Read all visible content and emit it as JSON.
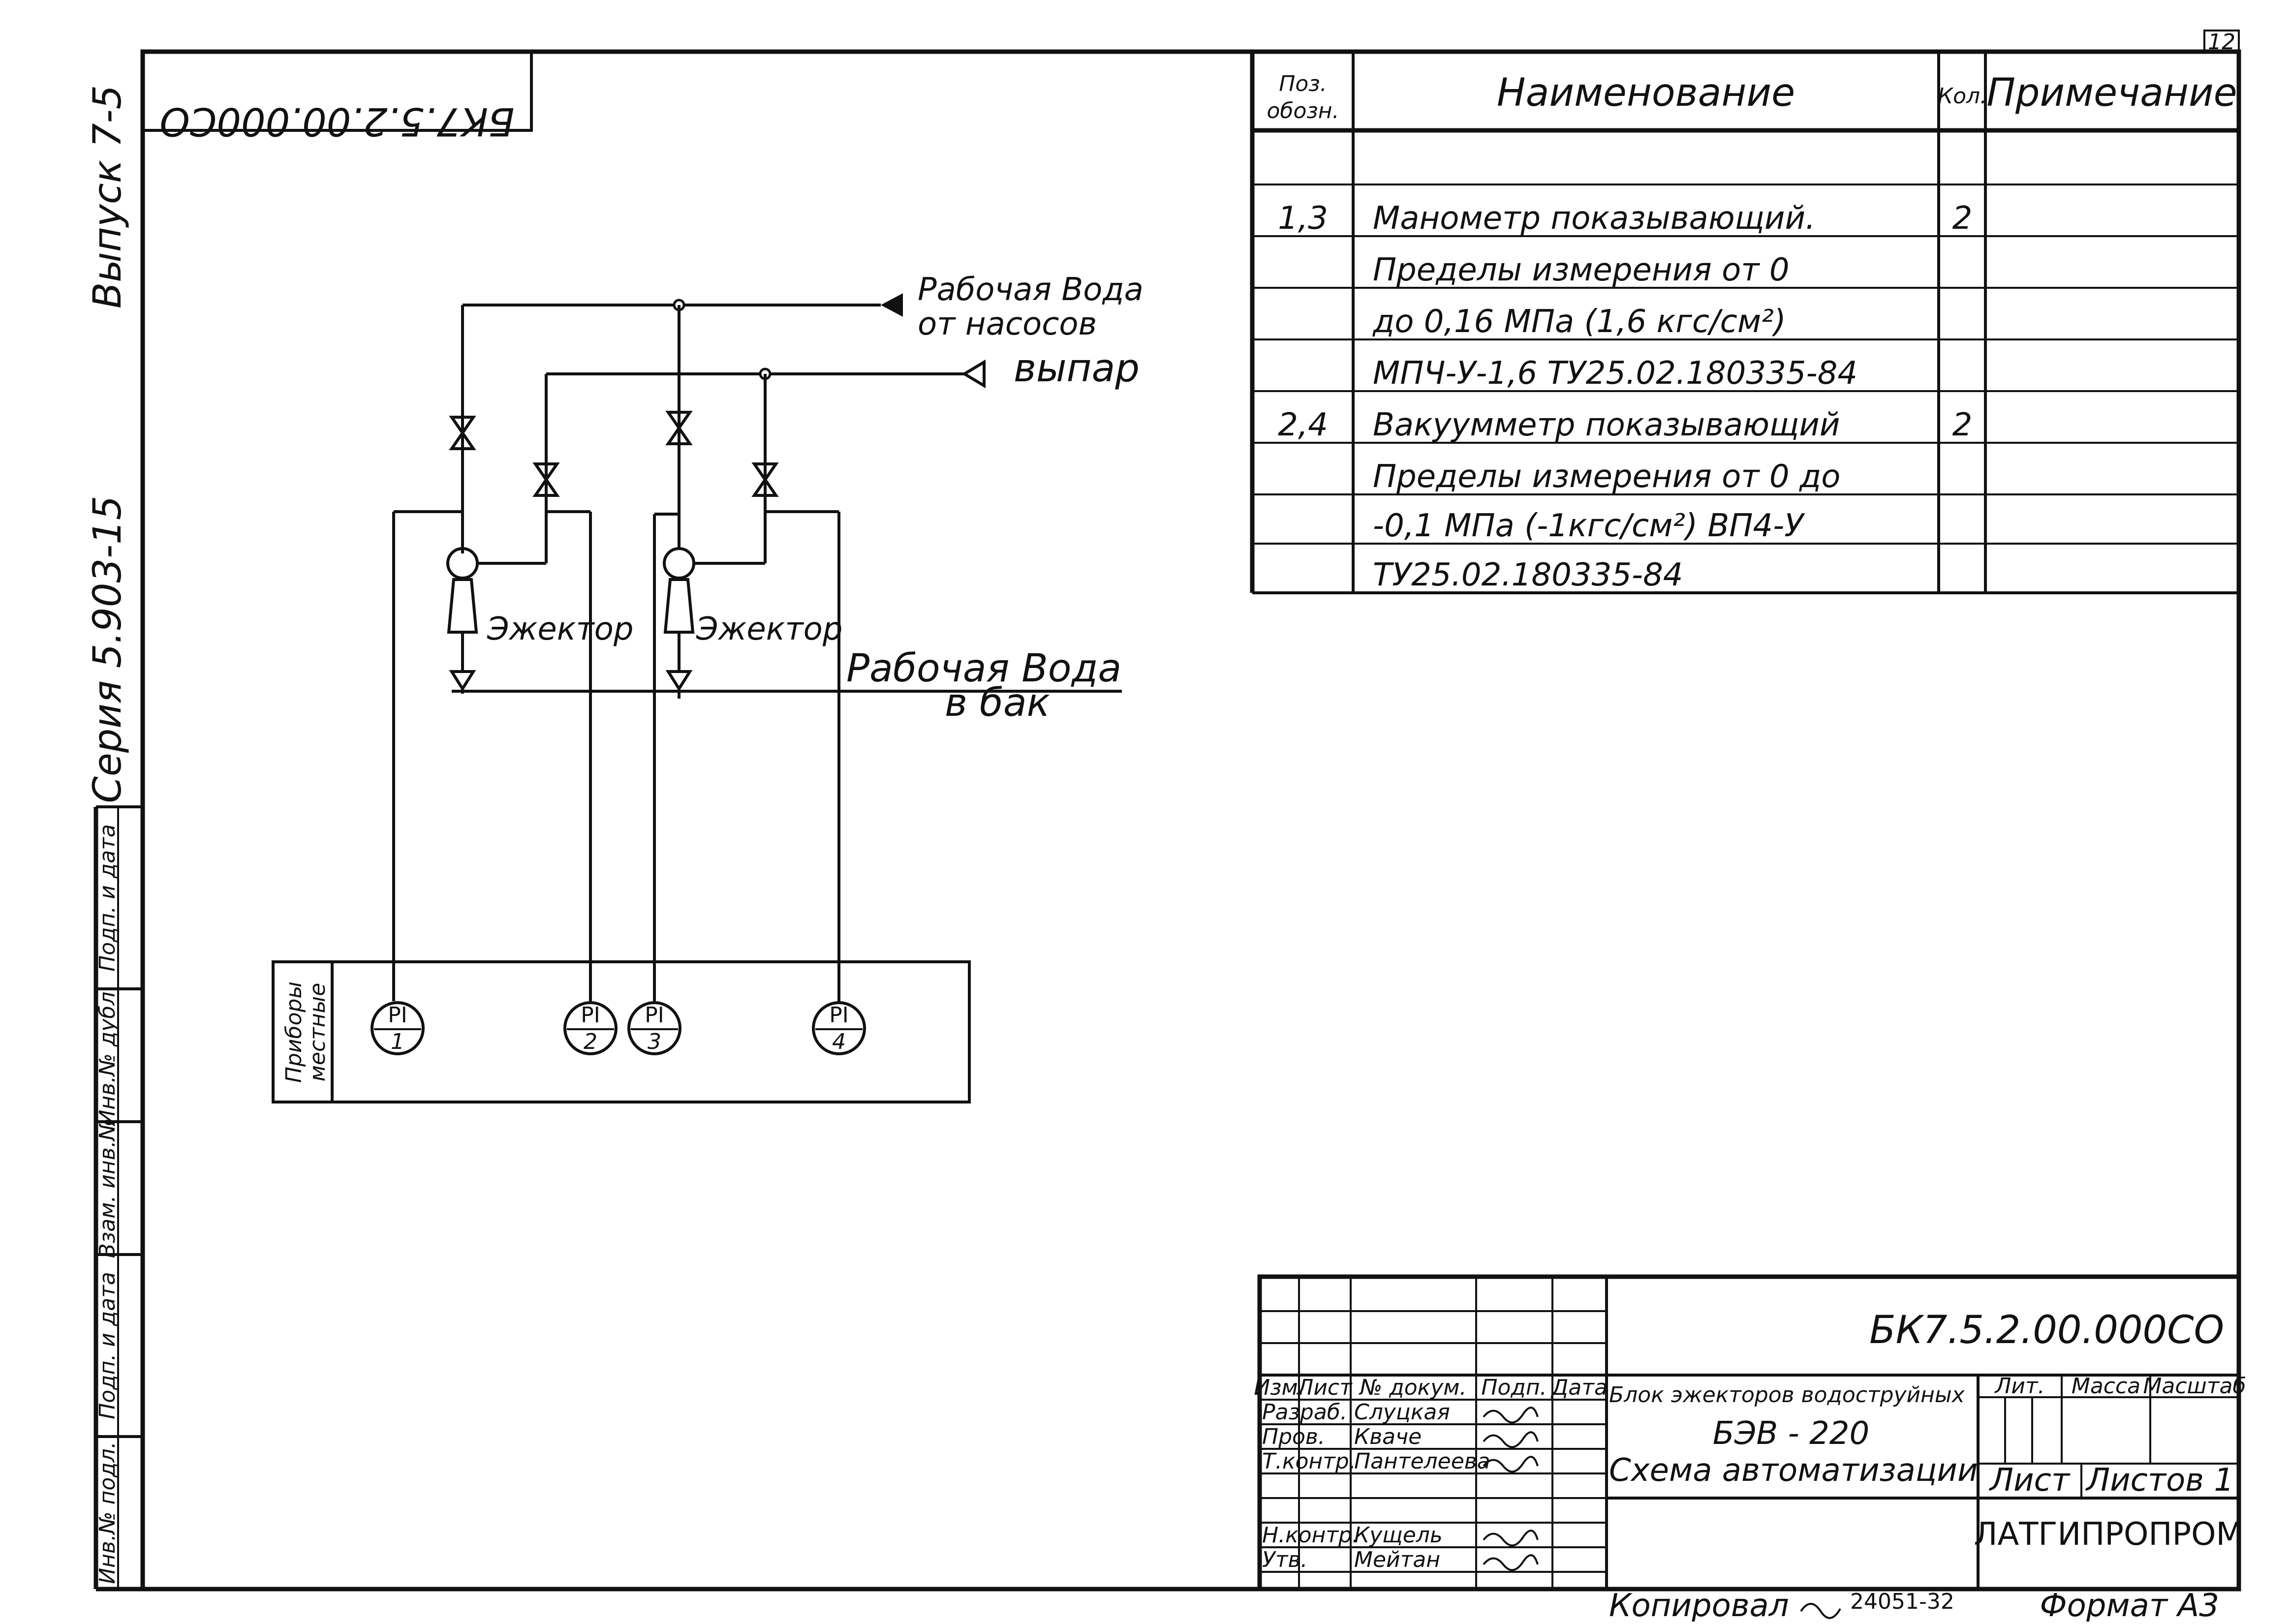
{
  "sheet": {
    "page_number": "12",
    "doc_code_mirrored": "БК7.5.2.00.000СО",
    "side_labels": {
      "release": "Выпуск 7-5",
      "series": "Серия 5.903-15"
    },
    "side_stamp": [
      "Подп. и дата",
      "Инв.№ дубл.",
      "Взам. инв.№",
      "Подп. и дата",
      "Инв.№ подл."
    ]
  },
  "diagram": {
    "labels": {
      "work_water_from_pumps_line1": "Рабочая Вода",
      "work_water_from_pumps_line2": "от насосов",
      "exhaust": "выпар",
      "ejector_left": "Эжектор",
      "ejector_right": "Эжектор",
      "work_water_to_tank_line1": "Рабочая Вода",
      "work_water_to_tank_line2": "в бак"
    },
    "panel": {
      "title_line1": "Приборы",
      "title_line2": "местные"
    },
    "instruments": [
      {
        "tag": "PI",
        "num": "1"
      },
      {
        "tag": "PI",
        "num": "2"
      },
      {
        "tag": "PI",
        "num": "3"
      },
      {
        "tag": "PI",
        "num": "4"
      }
    ]
  },
  "spec_table": {
    "headers": {
      "pos_line1": "Поз.",
      "pos_line2": "обозн.",
      "name": "Наименование",
      "qty": "Кол.",
      "note": "Примечание"
    },
    "rows": [
      {
        "pos": "",
        "name": "",
        "qty": ""
      },
      {
        "pos": "1,3",
        "name": "Манометр показывающий.",
        "qty": "2"
      },
      {
        "pos": "",
        "name": "Пределы измерения от 0",
        "qty": ""
      },
      {
        "pos": "",
        "name": "до 0,16 МПа (1,6 кгс/см²)",
        "qty": ""
      },
      {
        "pos": "",
        "name": "МПЧ-У-1,6 ТУ25.02.180335-84",
        "qty": ""
      },
      {
        "pos": "2,4",
        "name": "Вакуумметр показывающий",
        "qty": "2"
      },
      {
        "pos": "",
        "name": "Пределы измерения от 0 до",
        "qty": ""
      },
      {
        "pos": "",
        "name": "-0,1 МПа (-1кгс/см²) ВП4-У",
        "qty": ""
      },
      {
        "pos": "",
        "name": "ТУ25.02.180335-84",
        "qty": ""
      }
    ]
  },
  "title_block": {
    "doc_code": "БК7.5.2.00.000СО",
    "col_headers": [
      "Изм.",
      "Лист",
      "№ докум.",
      "Подп.",
      "Дата"
    ],
    "people": [
      {
        "role": "Разраб.",
        "name": "Слуцкая"
      },
      {
        "role": "Пров.",
        "name": "Кваче"
      },
      {
        "role": "Т.контр.",
        "name": "Пантелеева"
      },
      {
        "role": "",
        "name": ""
      },
      {
        "role": "Н.контр.",
        "name": "Кущель"
      },
      {
        "role": "Утв.",
        "name": "Мейтан"
      }
    ],
    "title_line1": "Блок эжекторов водоструйных",
    "title_line2": "БЭВ - 220",
    "title_line3": "Схема автоматизации",
    "lit_label": "Лит.",
    "mass_label": "Масса",
    "scale_label": "Масштаб",
    "sheet_label": "Лист",
    "sheets_label": "Листов 1",
    "org": "ЛАТГИПРОПРОМ",
    "copied": "Копировал",
    "order_no": "24051-32",
    "format": "Формат А3"
  }
}
